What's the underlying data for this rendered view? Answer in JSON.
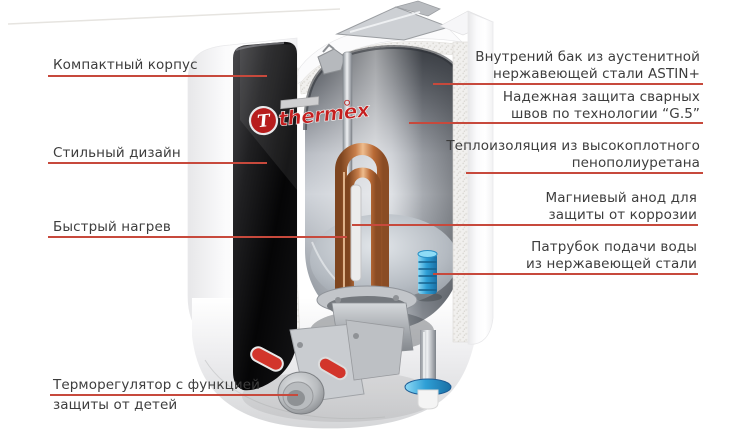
{
  "title": "Схема водонагревателя Thermex",
  "brand": {
    "logo_text": "thermex",
    "logo_letter": "T"
  },
  "colors": {
    "leader_line": "#c7493c",
    "label_text": "#3d3d3d",
    "brand_red": "#c41e1e",
    "indicator_red": "#d2352b",
    "inlet_blue": "#2e9fd6",
    "copper": "#b56d3f",
    "panel_black": "#0a0a0b",
    "casing_white": "#f7f7f9"
  },
  "labels_left": [
    {
      "text": "Компактный корпус"
    },
    {
      "text": "Стильный дизайн"
    },
    {
      "text": "Быстрый нагрев"
    },
    {
      "text": "Терморегулятор с функцией",
      "text2": "защиты от детей"
    }
  ],
  "labels_right": [
    {
      "text": "Внутрений бак из аустенитной",
      "text2": "нержавеющей стали ASTIN+"
    },
    {
      "text": "Надежная защита сварных",
      "text2": "швов по технологии “G.5”"
    },
    {
      "text": "Теплоизоляция из высокоплотного",
      "text2": "пенополиуретана"
    },
    {
      "text": "Магниевый анод для",
      "text2": "защиты от коррозии"
    },
    {
      "text": "Патрубок подачи воды",
      "text2": "из нержавеющей стали"
    }
  ]
}
